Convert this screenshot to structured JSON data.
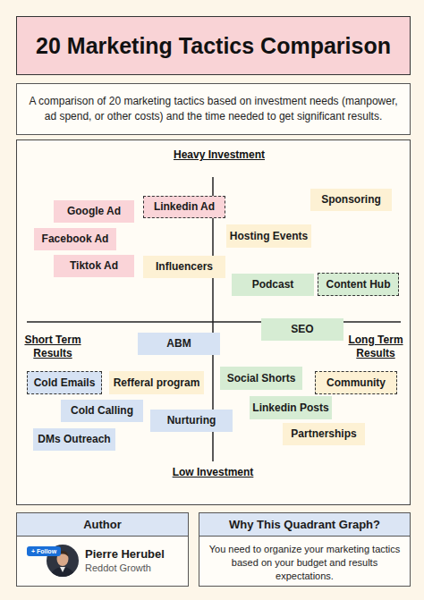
{
  "diagram": {
    "title": "20 Marketing Tactics Comparison",
    "nodes": [
      {
        "text": [
          "A comparison of 20 marketing tactics based on investment needs (manpower, ad spend, or other costs) and the time needed to get significant results."
        ]
      },
      {
        "text": [
          "Sponsoring"
        ]
      },
      {
        "text": [
          "Linkedin Ad"
        ]
      },
      {
        "text": [
          "Google Ad"
        ]
      },
      {
        "text": [
          "Hosting Events"
        ]
      },
      {
        "text": [
          "Facebook Ad"
        ]
      },
      {
        "text": [
          "Tiktok Ad"
        ]
      },
      {
        "text": [
          "Influencers"
        ]
      },
      {
        "text": [
          "Content Hub"
        ]
      },
      {
        "text": [
          "Podcast"
        ]
      },
      {
        "text": [
          "SEO"
        ]
      },
      {
        "text": [
          "ABM"
        ]
      },
      {
        "text": [
          "Social Shorts"
        ]
      },
      {
        "text": [
          "Cold Emails"
        ]
      },
      {
        "text": [
          "Refferal program"
        ]
      },
      {
        "text": [
          "Community"
        ]
      },
      {
        "text": [
          "Linkedin Posts"
        ]
      },
      {
        "text": [
          "Cold Calling"
        ]
      },
      {
        "text": [
          "Nurturing"
        ]
      },
      {
        "text": [
          "Partnerships"
        ]
      },
      {
        "text": [
          "DMs Outreach"
        ]
      },
      {
        "text": [
          "Author",
          "Pierre Herubel",
          "Reddot Growth"
        ]
      },
      {
        "text": [
          "+ Follow"
        ],
        "in": 21
      },
      {
        "text": [
          "Why This Quadrant Graph?",
          "You need to organize your marketing tactics based on your budget and results expectations."
        ]
      }
    ],
    "labels": [
      "Heavy Investment",
      "Low Investment",
      "Short Term Results",
      "Long Term Results"
    ]
  }
}
